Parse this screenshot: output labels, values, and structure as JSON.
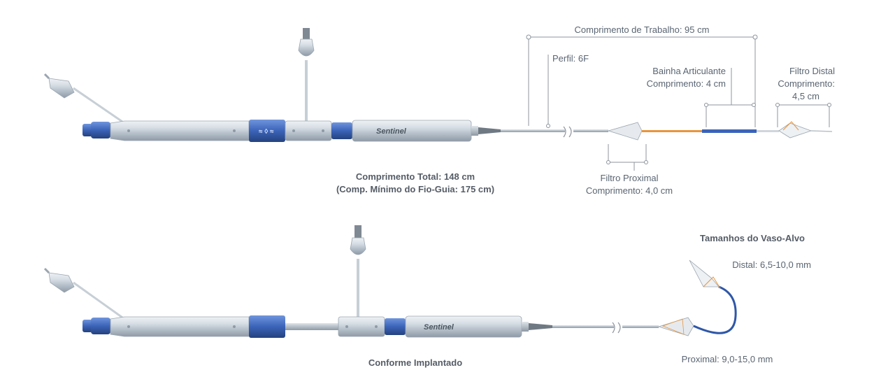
{
  "colors": {
    "accent_blue": "#3b63b8",
    "metal": "#c9d3dc",
    "orange_segment": "#e8953c",
    "label_gray": "#5a6572"
  },
  "top_device": {
    "brand": "Sentinel",
    "working_length": "Comprimento de Trabalho: 95 cm",
    "profile": "Perfil: 6F",
    "articulating_sheath_line1": "Bainha Articulante",
    "articulating_sheath_line2": "Comprimento: 4 cm",
    "distal_filter_line1": "Filtro Distal",
    "distal_filter_line2": "Comprimento:",
    "distal_filter_line3": "4,5 cm",
    "proximal_filter_line1": "Filtro Proximal",
    "proximal_filter_line2": "Comprimento: 4,0 cm",
    "total_length_line1": "Comprimento Total: 148 cm",
    "total_length_line2": "(Comp. Mínimo do Fio-Guia: 175 cm)"
  },
  "bottom_device": {
    "brand": "Sentinel",
    "caption": "Conforme Implantado",
    "target_vessel_title": "Tamanhos do Vaso-Alvo",
    "distal_size": "Distal: 6,5-10,0 mm",
    "proximal_size": "Proximal: 9,0-15,0 mm"
  }
}
